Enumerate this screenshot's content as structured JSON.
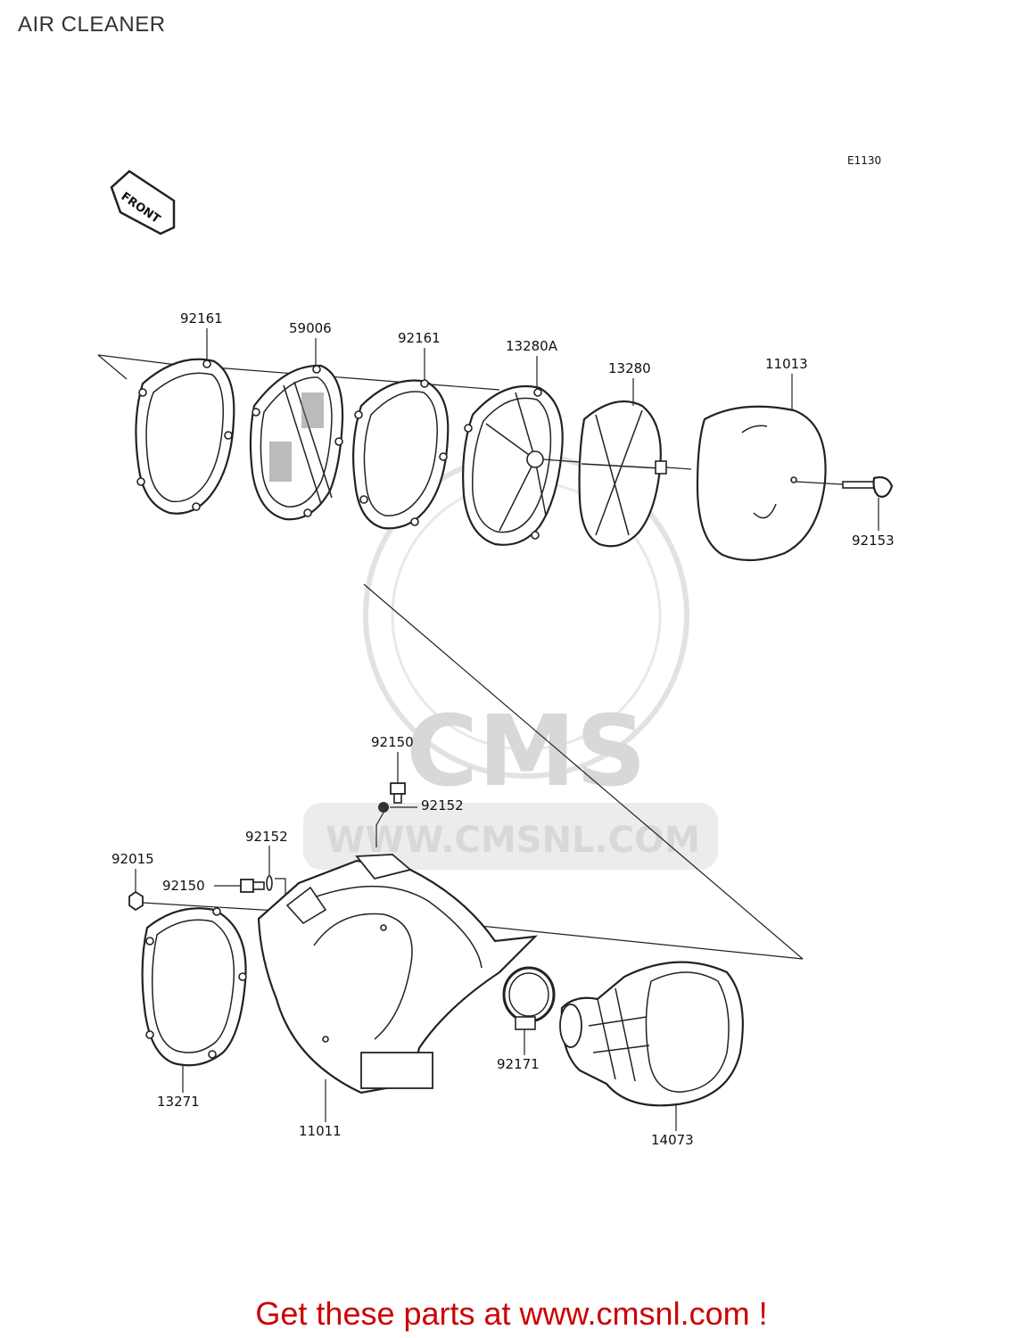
{
  "page": {
    "title": "AIR CLEANER"
  },
  "diagram": {
    "code": "E1130",
    "front_arrow": "FRONT",
    "parts": [
      {
        "id": "92161_left",
        "number": "92161"
      },
      {
        "id": "59006",
        "number": "59006"
      },
      {
        "id": "92161_right",
        "number": "92161"
      },
      {
        "id": "13280A",
        "number": "13280A"
      },
      {
        "id": "13280",
        "number": "13280"
      },
      {
        "id": "11013",
        "number": "11013"
      },
      {
        "id": "92153",
        "number": "92153"
      },
      {
        "id": "92150_top",
        "number": "92150"
      },
      {
        "id": "92152_top",
        "number": "92152"
      },
      {
        "id": "92152_left",
        "number": "92152"
      },
      {
        "id": "92015",
        "number": "92015"
      },
      {
        "id": "92150_left",
        "number": "92150"
      },
      {
        "id": "13271",
        "number": "13271"
      },
      {
        "id": "11011",
        "number": "11011"
      },
      {
        "id": "92171",
        "number": "92171"
      },
      {
        "id": "14073",
        "number": "14073"
      }
    ]
  },
  "watermark": {
    "brand": "CMS",
    "url": "WWW.CMSNL.COM"
  },
  "footer": {
    "banner": "Get these parts at www.cmsnl.com !"
  }
}
